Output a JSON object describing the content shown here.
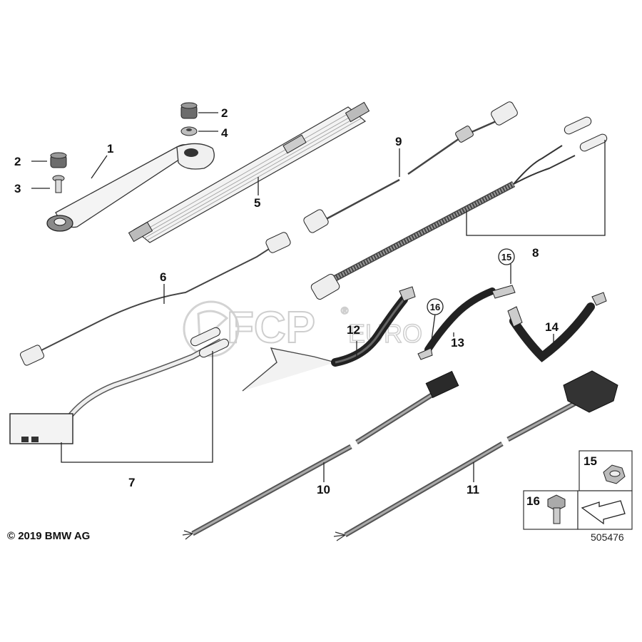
{
  "watermark": {
    "brand": "FCP",
    "suffix": "EURO",
    "mark": "®"
  },
  "copyright": "© 2019 BMW AG",
  "diagram_id": "505476",
  "callouts": [
    "1",
    "2",
    "2",
    "3",
    "4",
    "5",
    "6",
    "7",
    "8",
    "9",
    "10",
    "11",
    "12",
    "13",
    "14",
    "15",
    "16"
  ],
  "legend": {
    "nut": "15",
    "bolt": "16"
  },
  "circled": {
    "a": "15",
    "b": "16"
  }
}
